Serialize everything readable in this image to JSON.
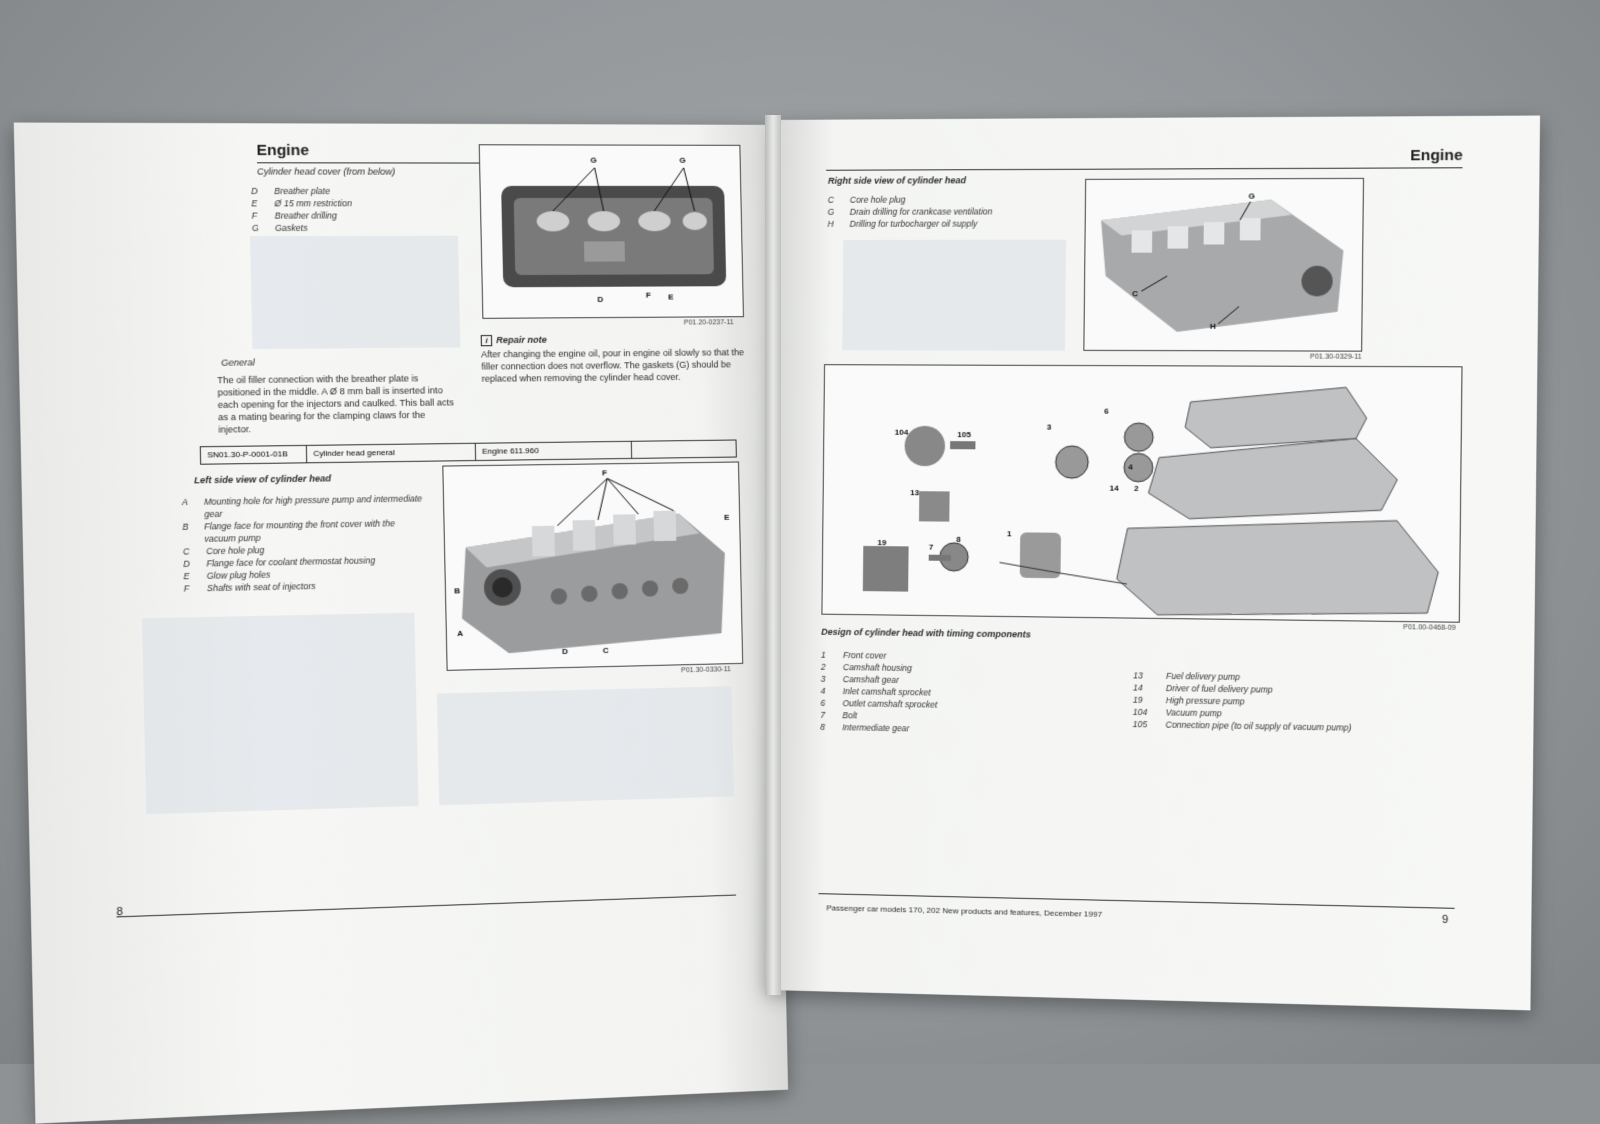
{
  "left_page": {
    "title": "Engine",
    "subtitle": "Cylinder head cover (from below)",
    "cover_legend": [
      {
        "key": "D",
        "text": "Breather plate"
      },
      {
        "key": "E",
        "text": "Ø 15 mm restriction"
      },
      {
        "key": "F",
        "text": "Breather drilling"
      },
      {
        "key": "G",
        "text": "Gaskets"
      }
    ],
    "fig1_code": "P01.20-0237-11",
    "fig1_callouts": [
      "G",
      "G",
      "D",
      "F",
      "E"
    ],
    "repair_note_label": "Repair note",
    "repair_note_text": "After changing the engine oil, pour in engine oil slowly so that the filler connection does not overflow. The gaskets (G) should be replaced when removing the cylinder head cover.",
    "general_label": "General",
    "general_text": "The oil filler connection with the breather plate is positioned in the middle. A Ø 8 mm ball is inserted into each opening for the injectors and caulked. This ball acts as a mating bearing for the clamping claws for the injector.",
    "table_row": [
      "SN01.30-P-0001-01B",
      "Cylinder head general",
      "Engine 611.960",
      ""
    ],
    "left_side_title": "Left side view of cylinder head",
    "left_side_legend": [
      {
        "key": "A",
        "text": "Mounting hole for high pressure pump and intermediate gear"
      },
      {
        "key": "B",
        "text": "Flange face for mounting the front cover with the vacuum pump"
      },
      {
        "key": "C",
        "text": "Core hole plug"
      },
      {
        "key": "D",
        "text": "Flange face for coolant thermostat housing"
      },
      {
        "key": "E",
        "text": "Glow plug holes"
      },
      {
        "key": "F",
        "text": "Shafts with seat of injectors"
      }
    ],
    "fig2_code": "P01.30-0330-11",
    "fig2_callouts": [
      "F",
      "E",
      "B",
      "A",
      "D",
      "C"
    ],
    "page_number": "8"
  },
  "right_page": {
    "title": "Engine",
    "right_side_title": "Right side view of cylinder head",
    "right_side_legend": [
      {
        "key": "C",
        "text": "Core hole plug"
      },
      {
        "key": "G",
        "text": "Drain drilling for crankcase ventilation"
      },
      {
        "key": "H",
        "text": "Drilling for turbocharger oil supply"
      }
    ],
    "fig3_code": "P01.30-0329-11",
    "fig3_callouts": [
      "G",
      "C",
      "H"
    ],
    "fig4_code": "P01.00-0468-09",
    "fig4_callouts": [
      "104",
      "105",
      "3",
      "6",
      "4",
      "14",
      "2",
      "13",
      "1",
      "8",
      "7",
      "19"
    ],
    "design_title": "Design of cylinder head with timing components",
    "components_left": [
      {
        "key": "1",
        "text": "Front cover"
      },
      {
        "key": "2",
        "text": "Camshaft housing"
      },
      {
        "key": "3",
        "text": "Camshaft gear"
      },
      {
        "key": "4",
        "text": "Inlet camshaft sprocket"
      },
      {
        "key": "6",
        "text": "Outlet camshaft sprocket"
      },
      {
        "key": "7",
        "text": "Bolt"
      },
      {
        "key": "8",
        "text": "Intermediate gear"
      }
    ],
    "components_right": [
      {
        "key": "13",
        "text": "Fuel delivery pump"
      },
      {
        "key": "14",
        "text": "Driver of fuel delivery pump"
      },
      {
        "key": "19",
        "text": "High pressure pump"
      },
      {
        "key": "104",
        "text": "Vacuum pump"
      },
      {
        "key": "105",
        "text": "Connection pipe (to oil supply of vacuum pump)"
      }
    ],
    "footer_text": "Passenger car models 170, 202  New products and features, December 1997",
    "page_number": "9"
  },
  "colors": {
    "paper": "#f4f5f3",
    "ink": "#222222",
    "background": "#8e9294",
    "ghost_figure": "#d9dee6"
  }
}
